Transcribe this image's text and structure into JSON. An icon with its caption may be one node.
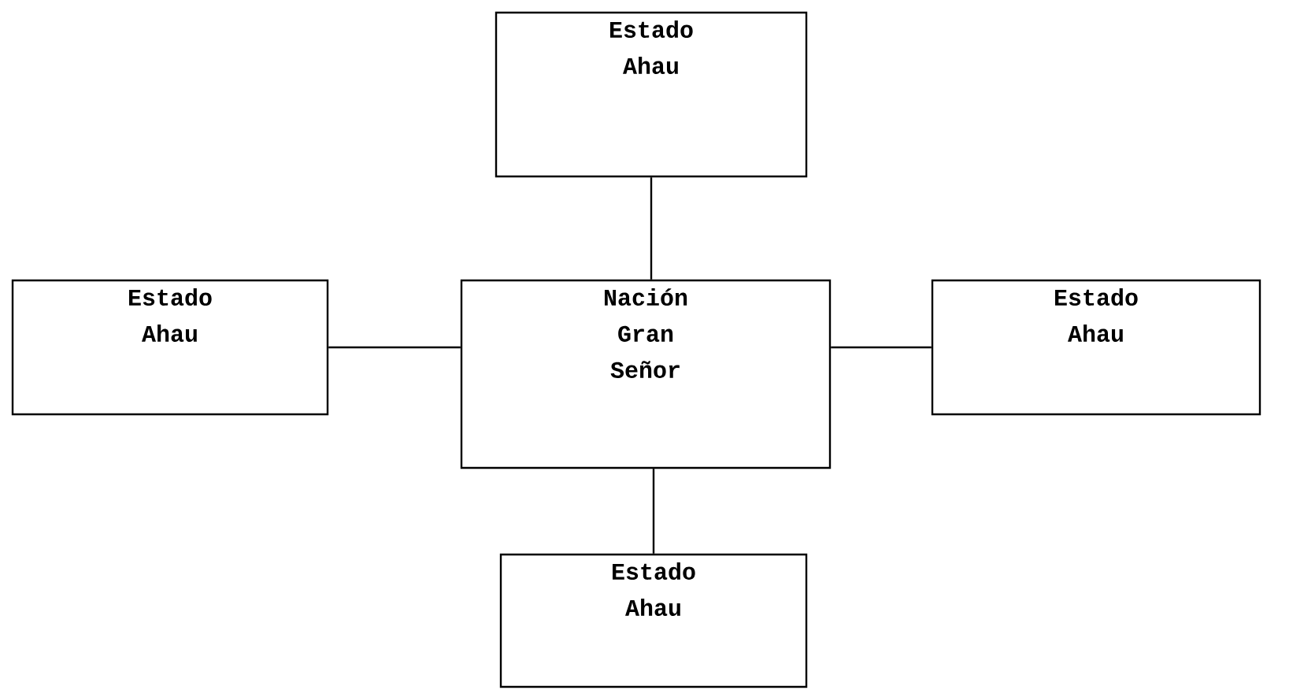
{
  "diagram": {
    "nodes": [
      {
        "text": [
          "Estado Ahau"
        ]
      },
      {
        "text": [
          "Estado Ahau"
        ]
      },
      {
        "text": [
          "Nación Gran Señor"
        ]
      },
      {
        "text": [
          "Estado Ahau"
        ]
      },
      {
        "text": [
          "Estado Ahau"
        ]
      }
    ],
    "edges": [
      {
        "from": 2,
        "to": 0,
        "arrow": "none"
      },
      {
        "from": 2,
        "to": 1,
        "arrow": "none"
      },
      {
        "from": 2,
        "to": 3,
        "arrow": "none"
      },
      {
        "from": 2,
        "to": 4,
        "arrow": "none"
      }
    ]
  }
}
